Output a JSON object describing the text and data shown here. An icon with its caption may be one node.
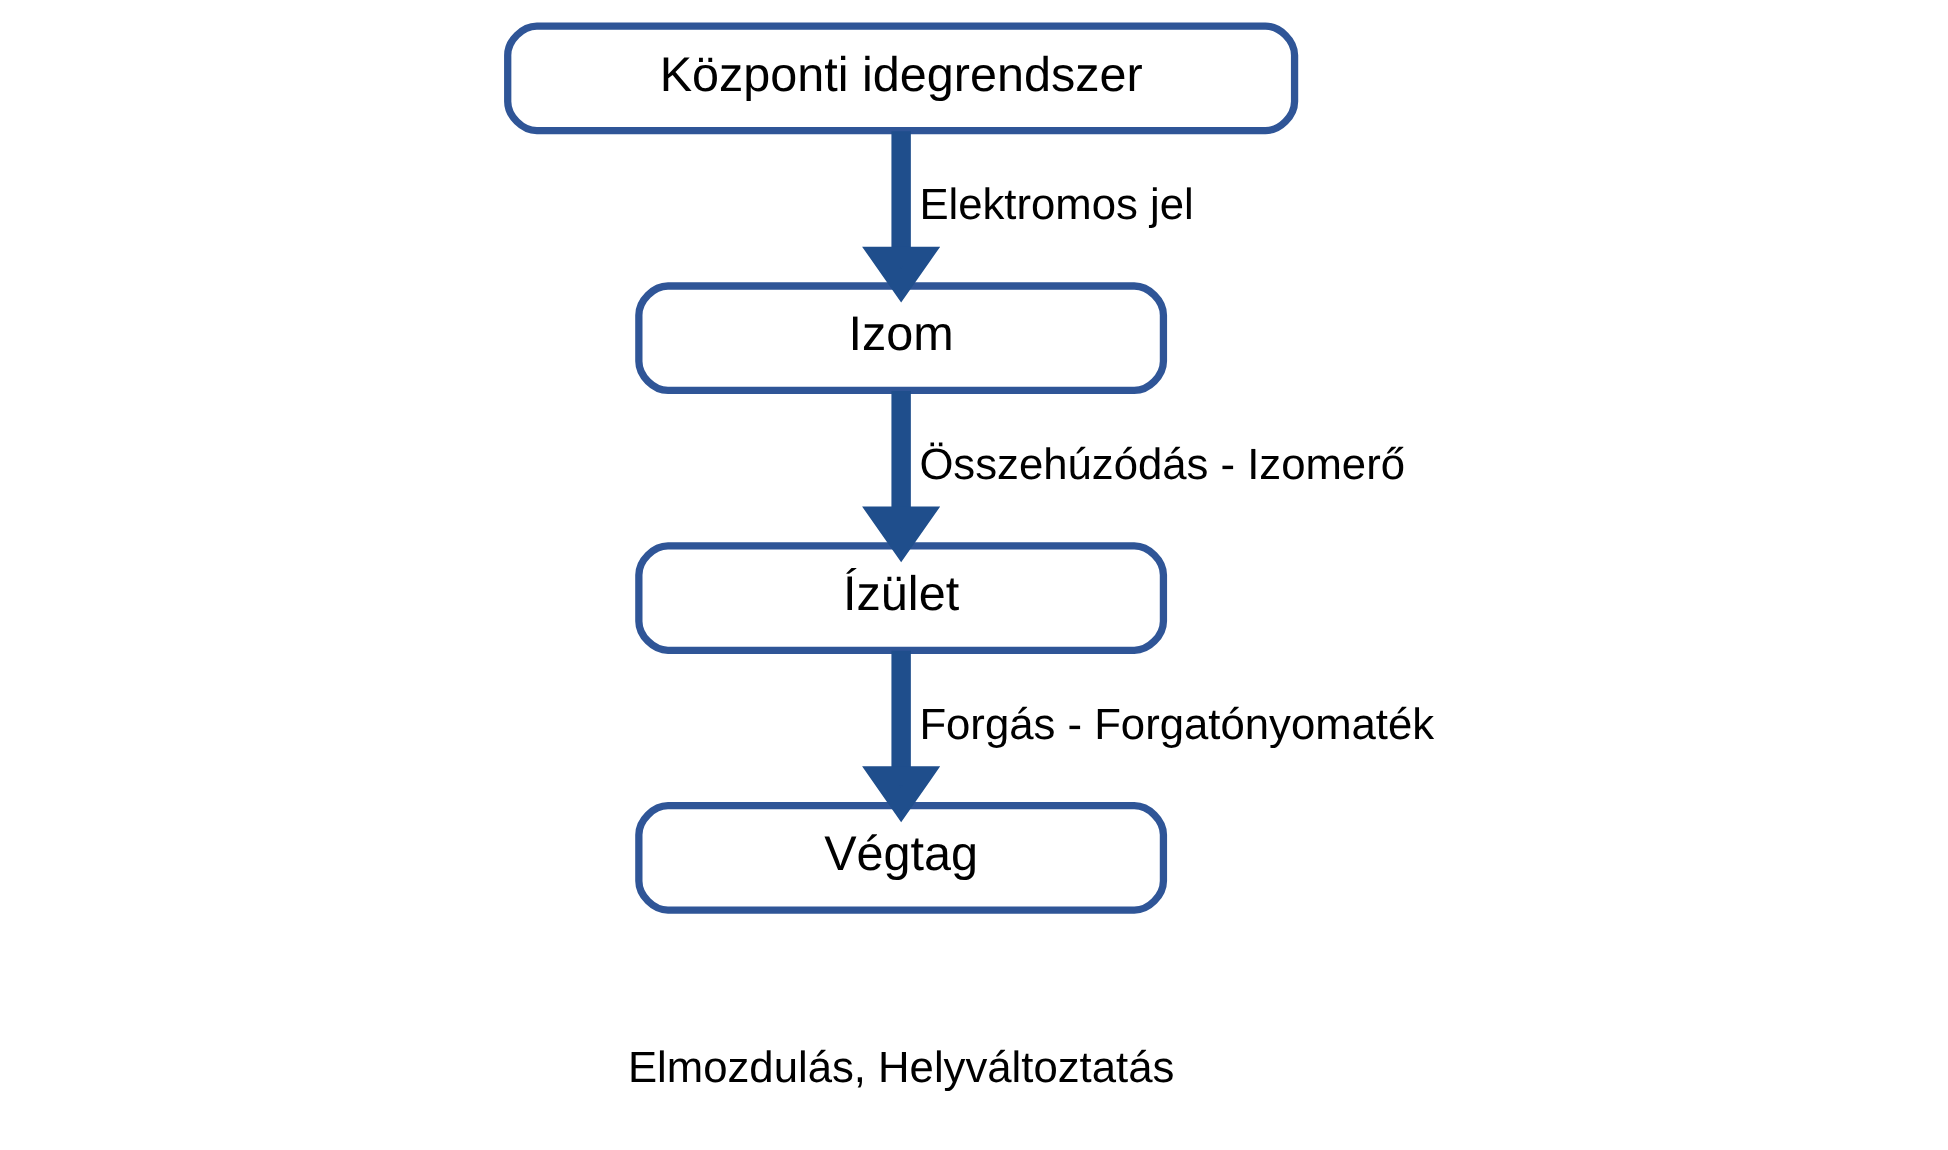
{
  "diagram": {
    "nodes": [
      {
        "text": [
          "Központi idegrendszer"
        ]
      },
      {
        "text": [
          "Izom"
        ]
      },
      {
        "text": [
          "Ízület"
        ]
      },
      {
        "text": [
          "Végtag"
        ],
        "beside": [
          "Elmozdulás, Helyváltoztatás"
        ]
      }
    ],
    "edges": [
      {
        "from": 0,
        "to": 1,
        "arrow": "to",
        "label": "Elektromos jel"
      },
      {
        "from": 1,
        "to": 2,
        "arrow": "to",
        "label": "Összehúzódás - Izomerő"
      },
      {
        "from": 2,
        "to": 3,
        "arrow": "to",
        "label": "Forgás - Forgatónyomaték"
      }
    ]
  }
}
